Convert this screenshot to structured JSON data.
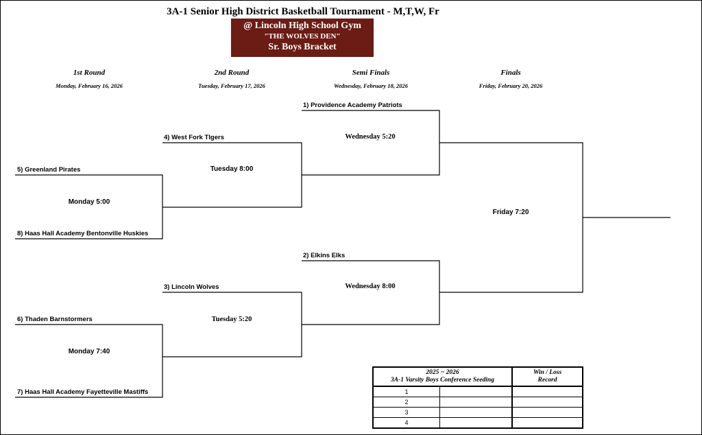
{
  "header": {
    "title": "3A-1 Senior High District Basketball Tournament - M,T,W, Fr",
    "banner_line1": "@ Lincoln High School Gym",
    "banner_line2": "\"THE WOLVES DEN\"",
    "banner_line3": "Sr. Boys Bracket",
    "banner_color": "#6b1c14"
  },
  "rounds": [
    {
      "name": "1st Round",
      "date": "Monday, February 16, 2026"
    },
    {
      "name": "2nd Round",
      "date": "Tuesday, February 17, 2026"
    },
    {
      "name": "Semi Finals",
      "date": "Wednesday, February 18, 2026"
    },
    {
      "name": "Finals",
      "date": "Friday, February 20, 2026"
    }
  ],
  "teams": {
    "providence": "1) Providence Academy Patriots",
    "west_fork": "4) West Fork TIgers",
    "greenland": "5) Greenland Pirates",
    "haas_bentonville": "8) Haas Hall Academy Bentonville Huskies",
    "elkins": "2) Elkins Elks",
    "lincoln": "3) Lincoln Wolves",
    "thaden": "6) Thaden Barnstormers",
    "haas_fayetteville": "7) Haas Hall Academy Fayetteville Mastiffs"
  },
  "games": {
    "mon_500": "Monday 5:00",
    "mon_740": "Monday 7:40",
    "tue_800": "Tuesday 8:00",
    "tue_520": "Tuesday 5:20",
    "wed_520": "Wednesday 5:20",
    "wed_800": "Wednesday 8:00",
    "fri_720": "Friday 7:20"
  },
  "seeding_table": {
    "header_season": "2025 ~ 2026",
    "header_title": "3A-1 Varsity Boys Conference Seeding",
    "header_record_line1": "Win / Loss",
    "header_record_line2": "Record",
    "rows": [
      "1",
      "2",
      "3",
      "4"
    ]
  }
}
